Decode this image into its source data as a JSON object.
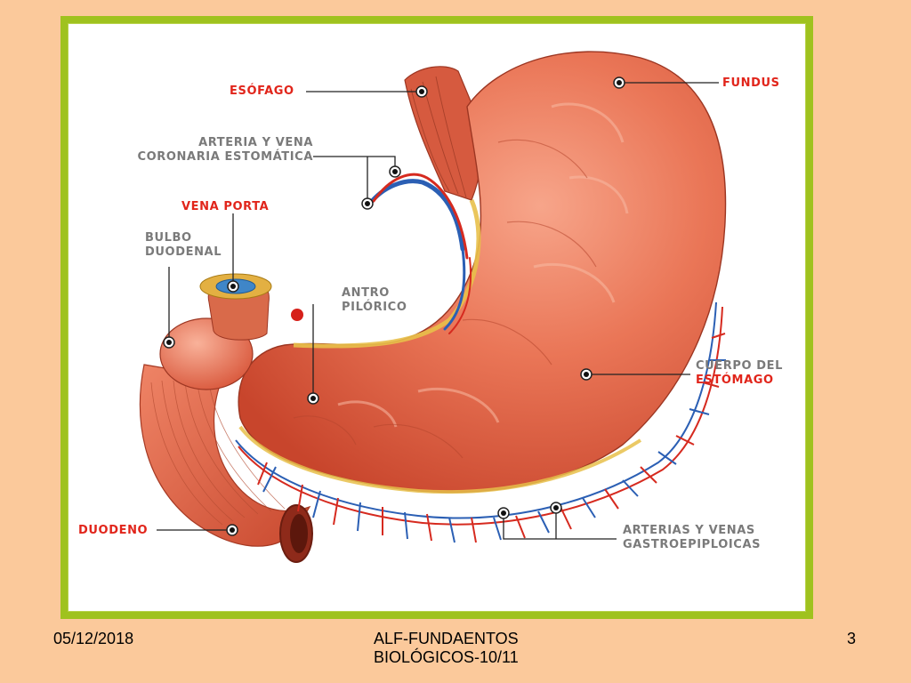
{
  "labels": {
    "esofago": "ESÓFAGO",
    "fundus": "FUNDUS",
    "arteria_line1": "ARTERIA Y VENA",
    "arteria_line2": "CORONARIA ESTOMÁTICA",
    "vena_porta": "VENA PORTA",
    "bulbo_line1": "BULBO",
    "bulbo_line2": "DUODENAL",
    "antro_line1": "ANTRO",
    "antro_line2": "PILÓRICO",
    "cuerpo_line1": "CUERPO DEL",
    "cuerpo_line2": "ESTÓMAGO",
    "duodeno": "DUODENO",
    "gastro_line1": "ARTERIAS Y VENAS",
    "gastro_line2": "GASTROEPIPLOICAS"
  },
  "footer": {
    "date": "05/12/2018",
    "title_line1": "ALF-FUNDAENTOS",
    "title_line2": "BIOLÓGICOS-10/11",
    "page_number": "3"
  },
  "colors": {
    "background": "#fbc99b",
    "frame": "#9fc21e",
    "label_red": "#e1251b",
    "label_gray": "#7a7a7a",
    "tissue": "#e46a4c"
  }
}
